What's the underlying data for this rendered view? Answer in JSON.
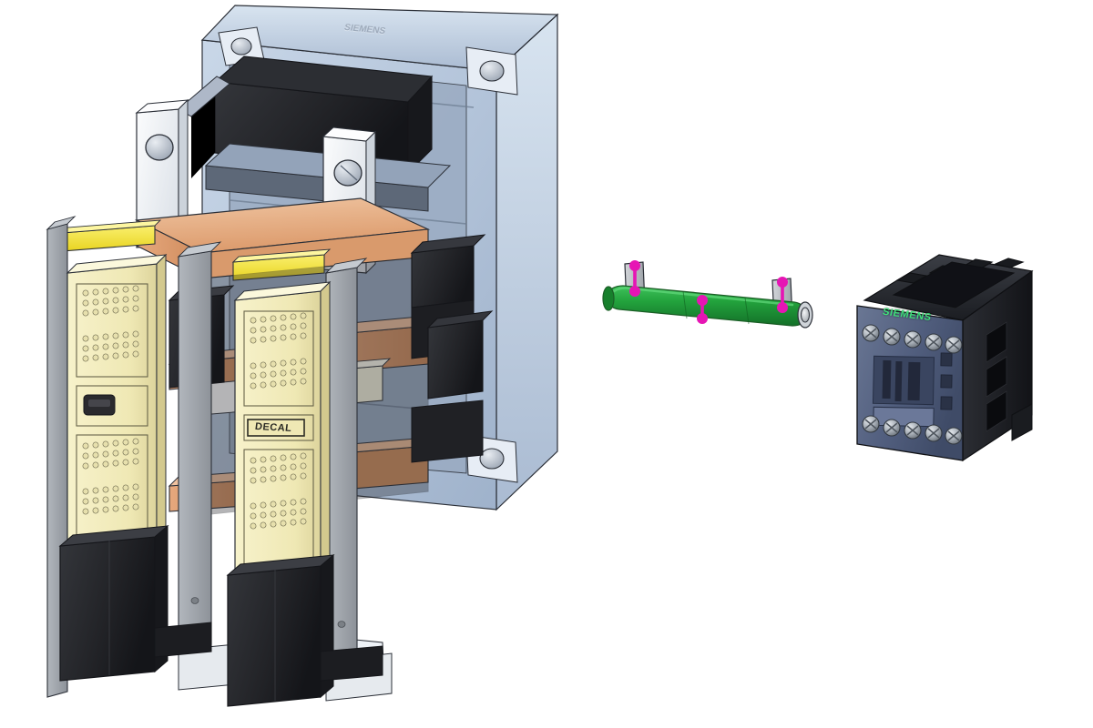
{
  "scene": {
    "title": "Contactor assembly exploded view",
    "background_color": "#ffffff",
    "view": "isometric 3D CAD render"
  },
  "parts": [
    {
      "id": "main-assembly",
      "name": "Main contactor assembly",
      "position": "left",
      "colors": {
        "backplate": "#b9c9dd",
        "backplate_shadow": "#8d9cb2",
        "backplate_dark": "#5d6878",
        "busbar_copper": "#e0a074",
        "busbar_copper_light": "#efbf9b",
        "arc_runner_yellow": "#f2e13c",
        "arc_chute_cream": "#f3eec0",
        "molded_black": "#232326",
        "bracket_grey": "#9aa0a6",
        "lug_white": "#f4f6f8",
        "outline": "#2c3038"
      },
      "labels": {
        "top_emboss": "SIEMENS",
        "chute_decal": "DECAL"
      },
      "features": {
        "arc_chute_panels": 2,
        "vent_hole_groups_per_panel": 4,
        "terminal_lugs": 2,
        "mounting_holes": 4,
        "copper_busbars": 3,
        "yellow_arc_runners": 2
      }
    },
    {
      "id": "drive-shaft",
      "name": "Drive shaft / cross bar",
      "position": "center",
      "colors": {
        "body": "#23a33d",
        "body_light": "#3fc25b",
        "body_dark": "#157a2a",
        "marker_magenta": "#e615b4",
        "tab_grey": "#b9bcc0",
        "outline": "#2c3038"
      },
      "features": {
        "mount_tabs": 2,
        "magenta_markers": 6,
        "bore_ends": 2
      }
    },
    {
      "id": "aux-contactor",
      "name": "Siemens SIRIUS auxiliary contactor",
      "position": "right",
      "colors": {
        "body_blue": "#4c5878",
        "body_blue_light": "#6a7794",
        "body_black": "#1b1c20",
        "screw_silver": "#b6bcc4",
        "logo_green": "#3fe07a",
        "outline": "#15161a"
      },
      "labels": {
        "brand": "SIEMENS"
      },
      "features": {
        "top_terminal_screws": 5,
        "bottom_terminal_screws": 5,
        "side_vents": 3
      }
    }
  ]
}
